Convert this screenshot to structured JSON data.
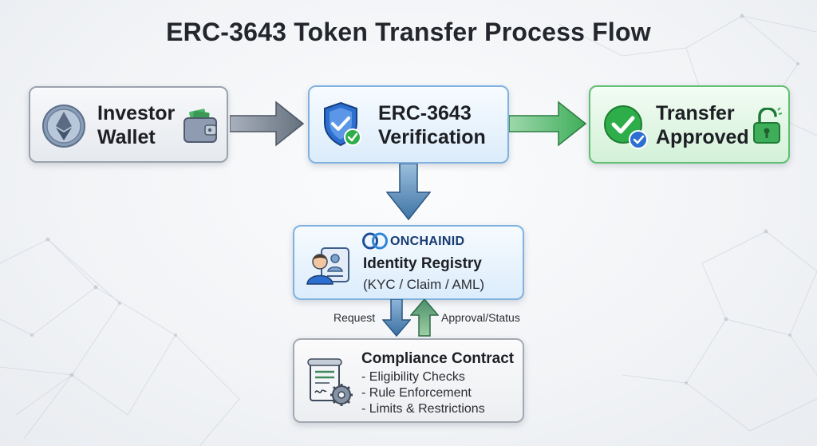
{
  "title": "ERC-3643 Token Transfer Process Flow",
  "nodes": {
    "investor_wallet": {
      "line1": "Investor",
      "line2": "Wallet"
    },
    "verification": {
      "line1": "ERC-3643",
      "line2": "Verification"
    },
    "transfer_approved": {
      "line1": "Transfer",
      "line2": "Approved"
    },
    "identity_registry": {
      "brand": "ONCHAINID",
      "title": "Identity Registry",
      "subtitle": "(KYC / Claim / AML)"
    },
    "compliance_contract": {
      "title": "Compliance Contract",
      "items": [
        "- Eligibility Checks",
        "- Rule Enforcement",
        "- Limits & Restrictions"
      ]
    }
  },
  "edges": {
    "request": "Request",
    "approval_status": "Approval/Status"
  },
  "icons": {
    "wallet_coin": "ethereum-coin-icon",
    "wallet": "wallet-icon",
    "shield": "shield-check-icon",
    "approved": "check-circle-icon",
    "lock": "unlocked-padlock-icon",
    "brand_logo": "onchainid-logo-icon",
    "id_card": "id-card-icon",
    "contract": "contract-gear-icon"
  },
  "colors": {
    "grey_arrow": "#6b7785",
    "green_arrow": "#3fae5a",
    "blue_arrow": "#4f84b5",
    "check_green": "#2eae4a",
    "shield_blue": "#2d6fd0"
  }
}
